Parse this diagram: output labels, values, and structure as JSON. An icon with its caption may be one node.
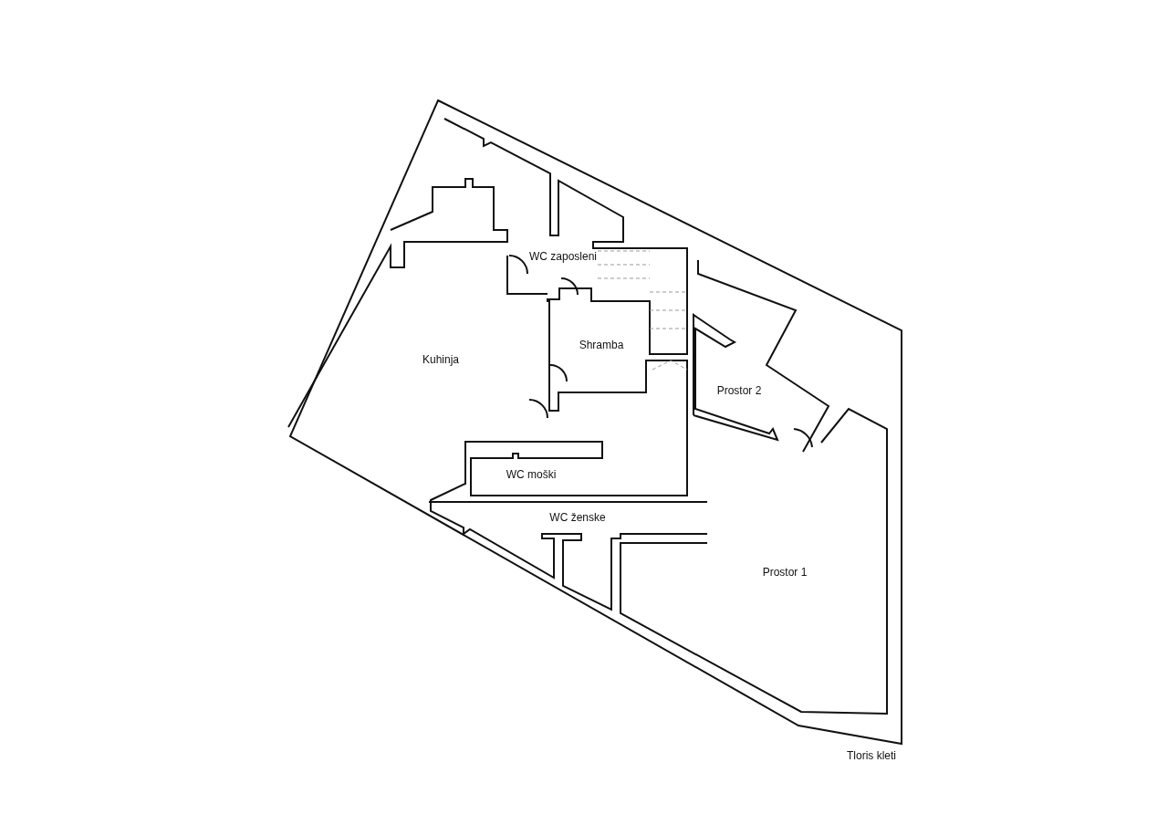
{
  "diagram": {
    "caption": "Tloris kleti",
    "labels": [
      "WC zaposleni",
      "Kuhinja",
      "Shramba",
      "Prostor 2",
      "WC moški",
      "WC ženske",
      "Prostor 1"
    ]
  }
}
